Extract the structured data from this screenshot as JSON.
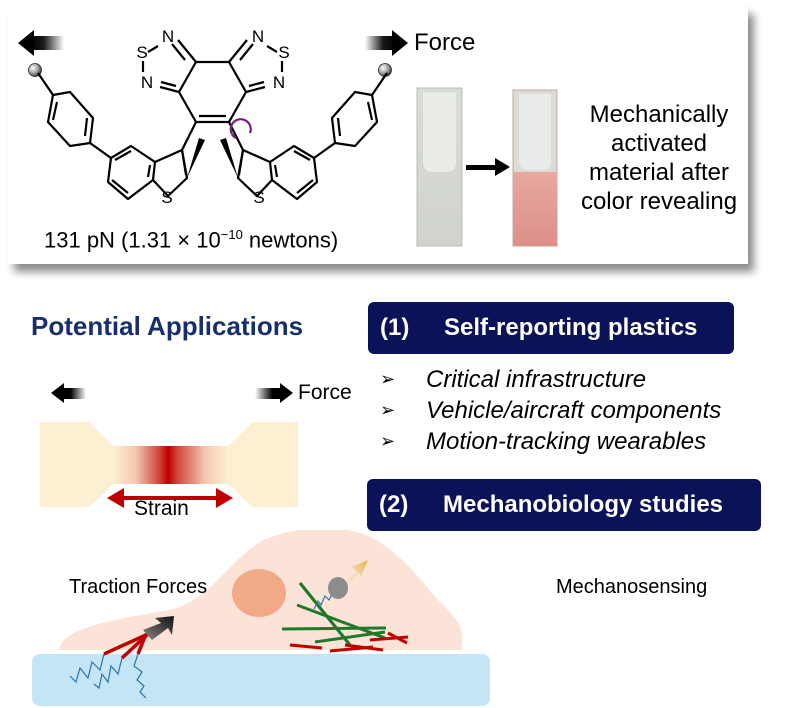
{
  "molecule_panel": {
    "force_label": "Force",
    "force_value_caption": {
      "main": "131 pN (1.31 × 10",
      "exponent": "−10",
      "suffix": " newtons)"
    },
    "atoms": {
      "sulfur": "S",
      "nitrogen": "N"
    },
    "cuvettes": {
      "before_color": "#dcdfd9",
      "after_color": "#eaa39b"
    },
    "description_lines": [
      "Mechanically",
      "activated",
      "material after",
      "color revealing"
    ]
  },
  "applications": {
    "heading": "Potential Applications",
    "items": [
      {
        "number": "(1)",
        "title": "Self-reporting plastics",
        "bullets": [
          "Critical infrastructure",
          "Vehicle/aircraft components",
          "Motion-tracking wearables"
        ]
      },
      {
        "number": "(2)",
        "title": "Mechanobiology studies"
      }
    ],
    "dogbone": {
      "force_label": "Force",
      "strain_label": "Strain"
    }
  },
  "cell_diagram": {
    "traction_label": "Traction Forces",
    "mechanosensing_label": "Mechanosensing"
  },
  "colors": {
    "heading_navy": "#17306b",
    "pill_navy": "#0b1257",
    "strain_red": "#c00000",
    "dogbone_cream": "#fdf0d2",
    "cell_pink": "#fce3d8",
    "nucleus": "#f2a987",
    "substrate_blue": "#c3e5f5",
    "actin_green": "#1e7a2a",
    "spring_blue": "#2e74a6",
    "rotation_purple": "#7b1a86"
  }
}
